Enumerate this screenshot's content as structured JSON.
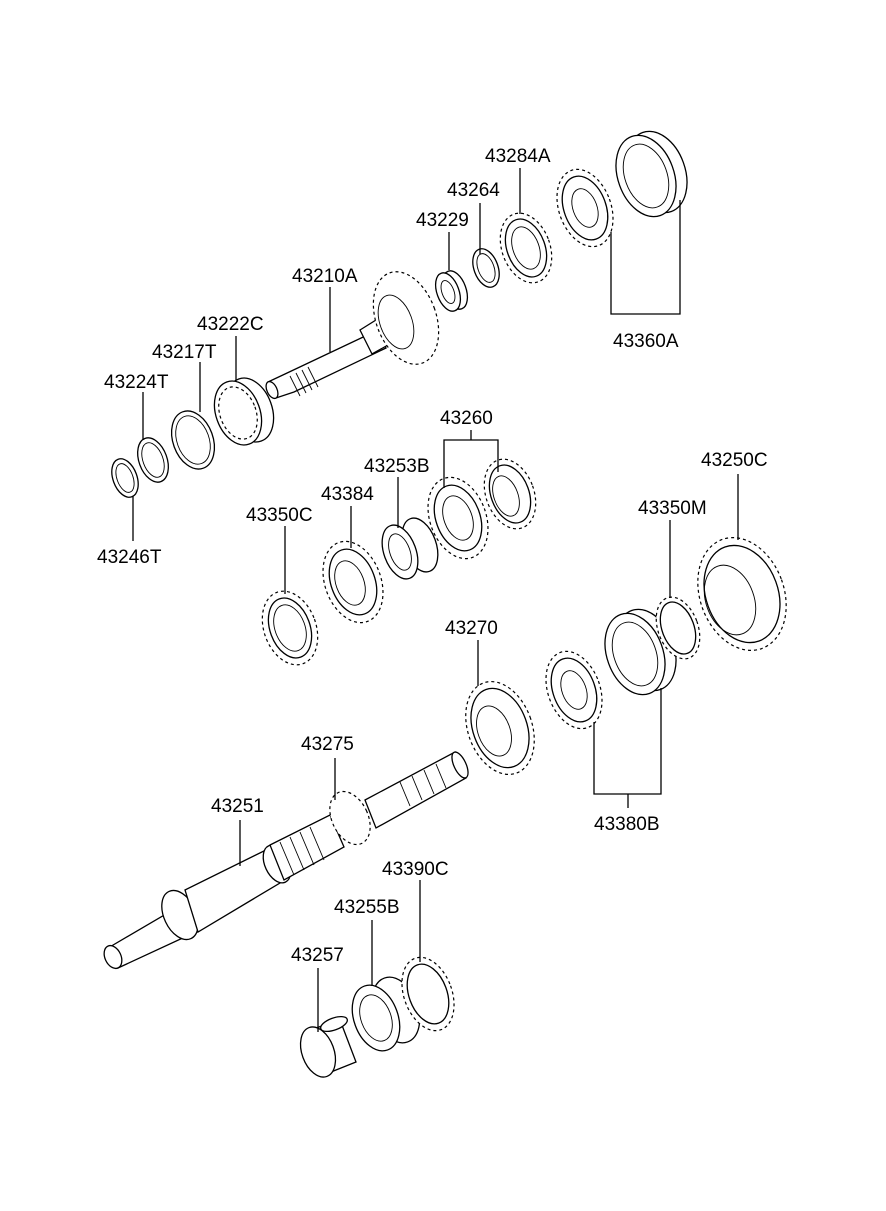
{
  "labels": {
    "p43284A": "43284A",
    "p43264": "43264",
    "p43229": "43229",
    "p43210A": "43210A",
    "p43222C": "43222C",
    "p43217T": "43217T",
    "p43224T": "43224T",
    "p43246T": "43246T",
    "p43360A": "43360A",
    "p43260": "43260",
    "p43253B": "43253B",
    "p43384": "43384",
    "p43350C": "43350C",
    "p43250C": "43250C",
    "p43350M": "43350M",
    "p43270": "43270",
    "p43275": "43275",
    "p43251": "43251",
    "p43380B": "43380B",
    "p43390C": "43390C",
    "p43255B": "43255B",
    "p43257": "43257"
  }
}
